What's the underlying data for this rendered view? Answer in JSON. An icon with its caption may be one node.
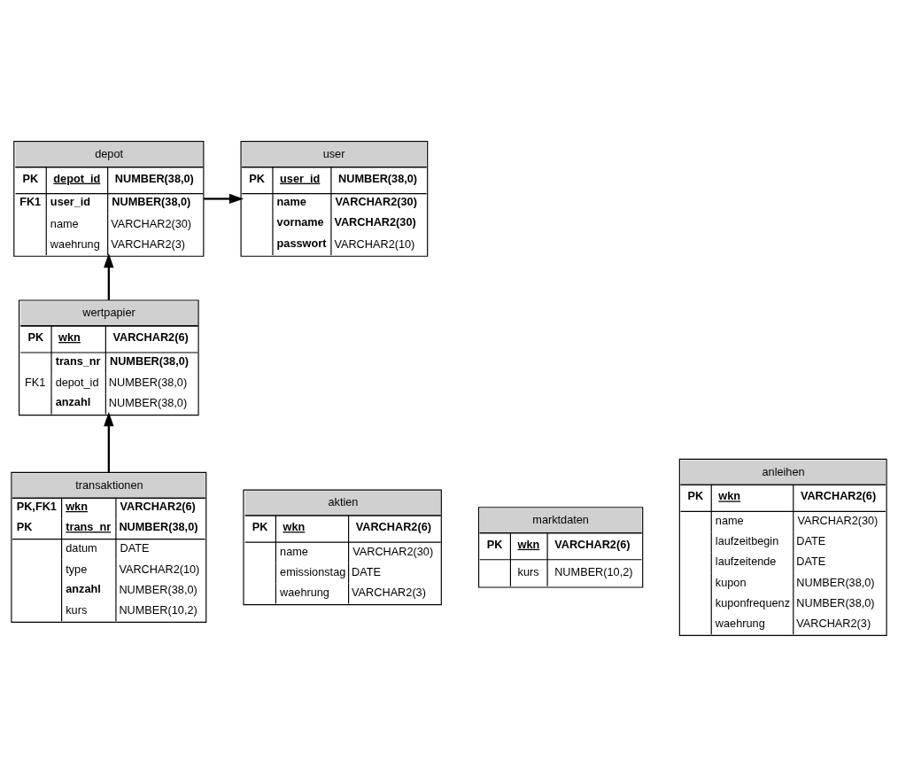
{
  "diagram": {
    "nodes": [
      {
        "text": [
          "depot",
          "PK",
          "depot_id",
          "NUMBER(38,0)",
          "FK1",
          "user_id",
          "NUMBER(38,0)",
          "name",
          "VARCHAR2(30)",
          "waehrung",
          "VARCHAR2(3)"
        ]
      },
      {
        "text": [
          "aktien",
          "PK",
          "wkn",
          "VARCHAR2(6)",
          "name",
          "VARCHAR2(30)",
          "emissionstag",
          "DATE",
          "waehrung",
          "VARCHAR2(3)"
        ]
      },
      {
        "text": [
          "wertpapier",
          "PK",
          "wkn",
          "VARCHAR2(6)",
          "trans_nr",
          "NUMBER(38,0)",
          "FK1",
          "depot_id",
          "NUMBER(38,0)",
          "anzahl",
          "NUMBER(38,0)"
        ]
      },
      {
        "text": [
          "user",
          "PK",
          "user_id",
          "NUMBER(38,0)",
          "name",
          "VARCHAR2(30)",
          "vorname",
          "VARCHAR2(30)",
          "passwort",
          "VARCHAR2(10)"
        ]
      },
      {
        "text": [
          "marktdaten",
          "PK",
          "wkn",
          "VARCHAR2(6)",
          "kurs",
          "NUMBER(10,2)"
        ]
      },
      {
        "text": [
          "anleihen",
          "PK",
          "wkn",
          "VARCHAR2(6)",
          "name",
          "VARCHAR2(30)",
          "laufzeitbegin",
          "DATE",
          "laufzeitende",
          "DATE",
          "kupon",
          "NUMBER(38,0)",
          "kuponfrequenz",
          "NUMBER(38,0)",
          "waehrung",
          "VARCHAR2(3)"
        ]
      },
      {
        "text": [
          "transaktionen",
          "PK,FK1",
          "wkn",
          "VARCHAR2(6)",
          "PK",
          "trans_nr",
          "NUMBER(38,0)",
          "datum",
          "DATE",
          "type",
          "VARCHAR2(10)",
          "anzahl",
          "NUMBER(38,0)",
          "kurs",
          "NUMBER(10,2)"
        ]
      }
    ],
    "edges": [
      {
        "from": 2,
        "to": 0,
        "arrow": "to"
      },
      {
        "from": 0,
        "to": 3,
        "arrow": "to"
      },
      {
        "from": 6,
        "to": 2,
        "arrow": "to"
      }
    ]
  }
}
